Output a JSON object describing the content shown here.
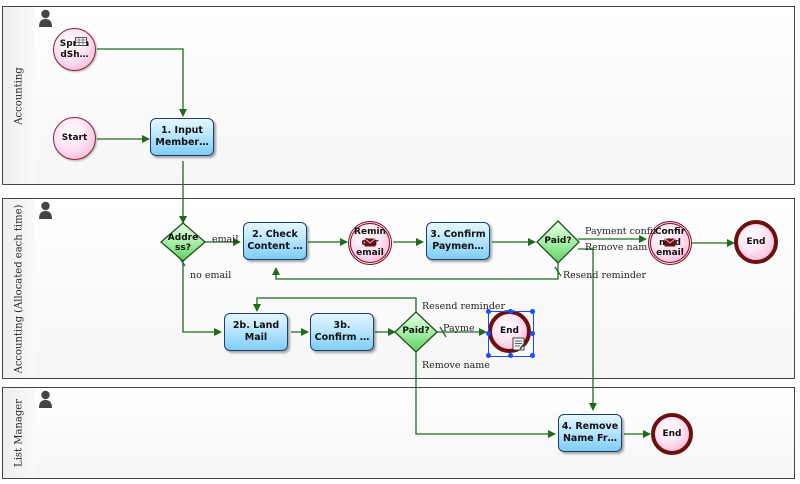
{
  "lanes": [
    {
      "label": "Accounting"
    },
    {
      "label": "Accounting (Allocated each time)"
    },
    {
      "label": "List Manager"
    }
  ],
  "tasks": {
    "input_members": "1. Input Member…",
    "check_content": "2. Check Content …",
    "confirm_payment": "3. Confirm Paymen…",
    "land_mail": "2b. Land Mail",
    "confirm_3b": "3b. Confirm …",
    "remove_name": "4. Remove Name Fr…"
  },
  "events": {
    "spreadsheet": "Sprea dSh…",
    "start": "Start",
    "reminder_email": "Remin der email",
    "confirmed_email": "Confir med email",
    "end_1": "End",
    "end_2": "End",
    "end_3": "End"
  },
  "gateways": {
    "address": "Addre ss?",
    "paid_1": "Paid?",
    "paid_2": "Paid?"
  },
  "flow_labels": {
    "email": "email",
    "no_email": "no email",
    "payment_confirmed": "Payment confir",
    "remove_name_1": "Remove nam",
    "resend_reminder_1": "Resend reminder",
    "resend_reminder_2": "Resend reminder",
    "payment_2": "Payme",
    "remove_name_2": "Remove name"
  },
  "colors": {
    "flow": "#1e6b1e",
    "gateway": "#7fe37f",
    "task": "#7fcdf5",
    "event": "#f4a6cf",
    "selection": "#1a4bff"
  }
}
